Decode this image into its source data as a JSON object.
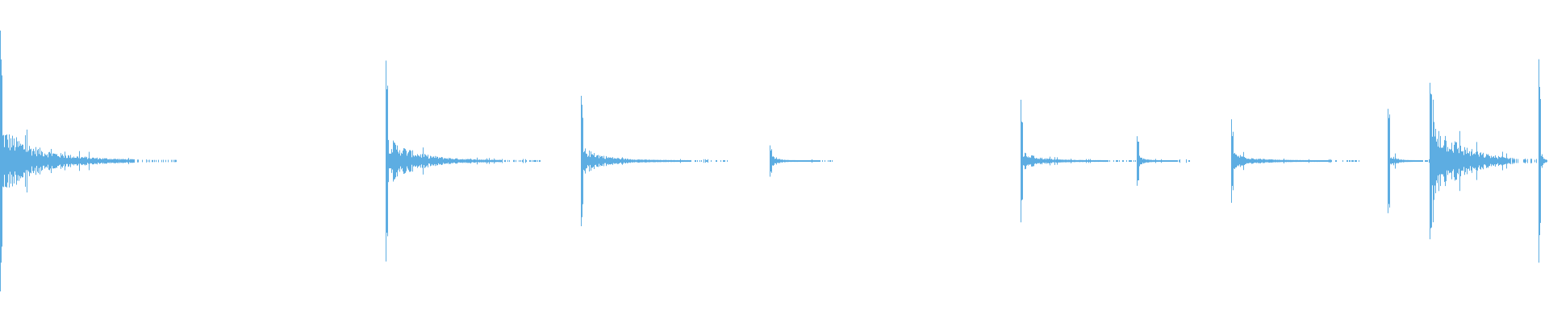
{
  "waveform": {
    "color": "#5DADE2",
    "background": "#FFFFFF",
    "amplitude_scale": 1.0,
    "events": [
      {
        "time": 0.0,
        "peak": 1.0,
        "body": 0.22,
        "decay": 0.55,
        "tail_end": 0.115
      },
      {
        "time": 0.249,
        "peak": 0.77,
        "body": 0.16,
        "decay": 0.45,
        "tail_end": 0.1
      },
      {
        "time": 0.375,
        "peak": 0.5,
        "body": 0.09,
        "decay": 0.35,
        "tail_end": 0.095
      },
      {
        "time": 0.497,
        "peak": 0.12,
        "body": 0.06,
        "decay": 0.18,
        "tail_end": 0.041
      },
      {
        "time": 0.659,
        "peak": 0.47,
        "body": 0.06,
        "decay": 0.35,
        "tail_end": 0.075
      },
      {
        "time": 0.734,
        "peak": 0.19,
        "body": 0.05,
        "decay": 0.2,
        "tail_end": 0.035
      },
      {
        "time": 0.795,
        "peak": 0.32,
        "body": 0.06,
        "decay": 0.3,
        "tail_end": 0.085
      },
      {
        "time": 0.896,
        "peak": 0.4,
        "body": 0.07,
        "decay": 0.25,
        "tail_end": 0.03
      },
      {
        "time": 0.923,
        "peak": 0.6,
        "body": 0.3,
        "decay": 0.7,
        "tail_end": 0.07
      },
      {
        "time": 0.993,
        "peak": 0.78,
        "body": 0.2,
        "decay": 0.5,
        "tail_end": 0.007
      }
    ]
  }
}
